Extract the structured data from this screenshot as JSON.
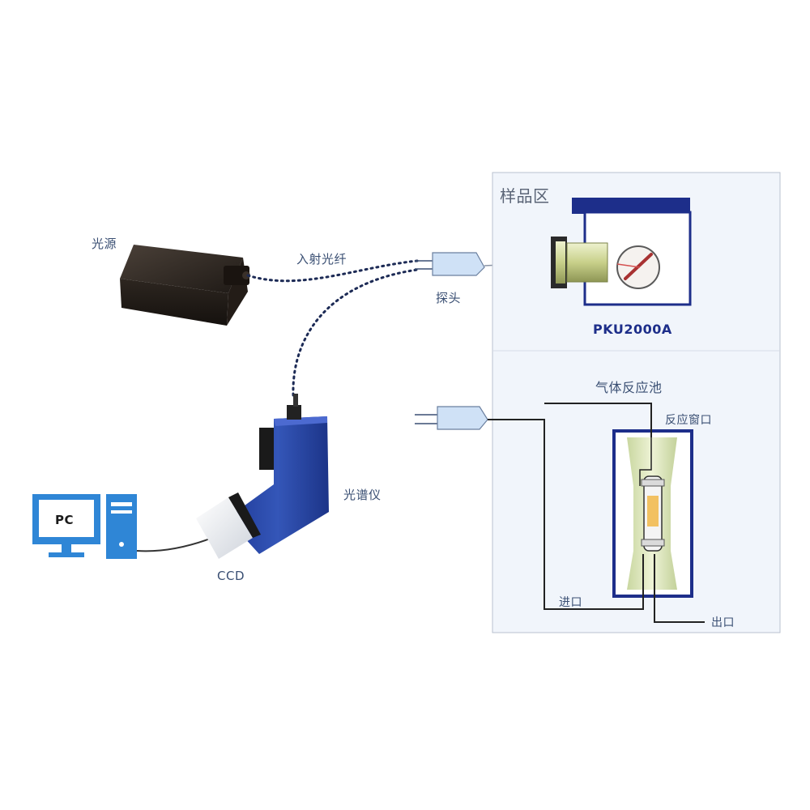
{
  "labels": {
    "sample_area": "样品区",
    "light_source": "光源",
    "incident_fiber": "入射光纤",
    "probe": "探头",
    "sample_cell_top": "PKU2000A",
    "gas_reaction_cell": "气体反应池",
    "pc": "PC",
    "spectrometer": "光谱仪",
    "ccd": "CCD",
    "window_label": "反应窗口",
    "inlet": "进口",
    "outlet": "出口"
  },
  "colors": {
    "frame_navy": "#1d2e8a",
    "spectrometer_blue": "#2b47a6",
    "pc_blue": "#2f86d6",
    "light_source_dark": "#2d2620",
    "fiber_navy": "#1c2a55",
    "panel_bg": "#f1f5fb",
    "probe_tip": "#cfe1f6"
  }
}
